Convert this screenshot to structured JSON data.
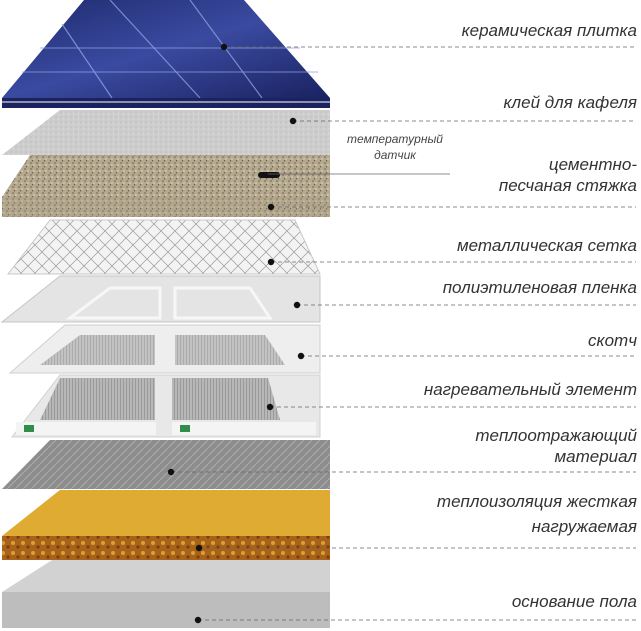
{
  "layers": [
    {
      "id": "ceramic-tile",
      "label": "керамическая плитка"
    },
    {
      "id": "tile-adhesive",
      "label": "клей для кафеля"
    },
    {
      "id": "cement-screed",
      "label_line1": "цементно-",
      "label_line2": "песчаная стяжка"
    },
    {
      "id": "metal-mesh",
      "label": "металлическая сетка"
    },
    {
      "id": "polyethylene-film",
      "label": "полиэтиленовая пленка"
    },
    {
      "id": "tape",
      "label": "скотч"
    },
    {
      "id": "heating-element",
      "label": "нагревательный элемент"
    },
    {
      "id": "reflective-material",
      "label_line1": "теплоотражающий",
      "label_line2": "материал"
    },
    {
      "id": "rigid-insulation",
      "label_line1": "теплоизоляция жесткая",
      "label_line2": "нагружаемая"
    },
    {
      "id": "floor-base",
      "label": "основание пола"
    }
  ],
  "sensor": {
    "label_line1": "температурный",
    "label_line2": "датчик"
  },
  "colors": {
    "tile": "#2b3580",
    "adhesive": "#cfcfcf",
    "screed": "#b7ab95",
    "mesh": "#eaeaea",
    "film": "#e9e9e9",
    "tape": "#f2f2f2",
    "heater": "#9a9a9a",
    "reflective": "#8f8f8f",
    "insulation": "#d9a22a",
    "base": "#c8c8c8",
    "leader": "#555555",
    "text": "#333333"
  }
}
